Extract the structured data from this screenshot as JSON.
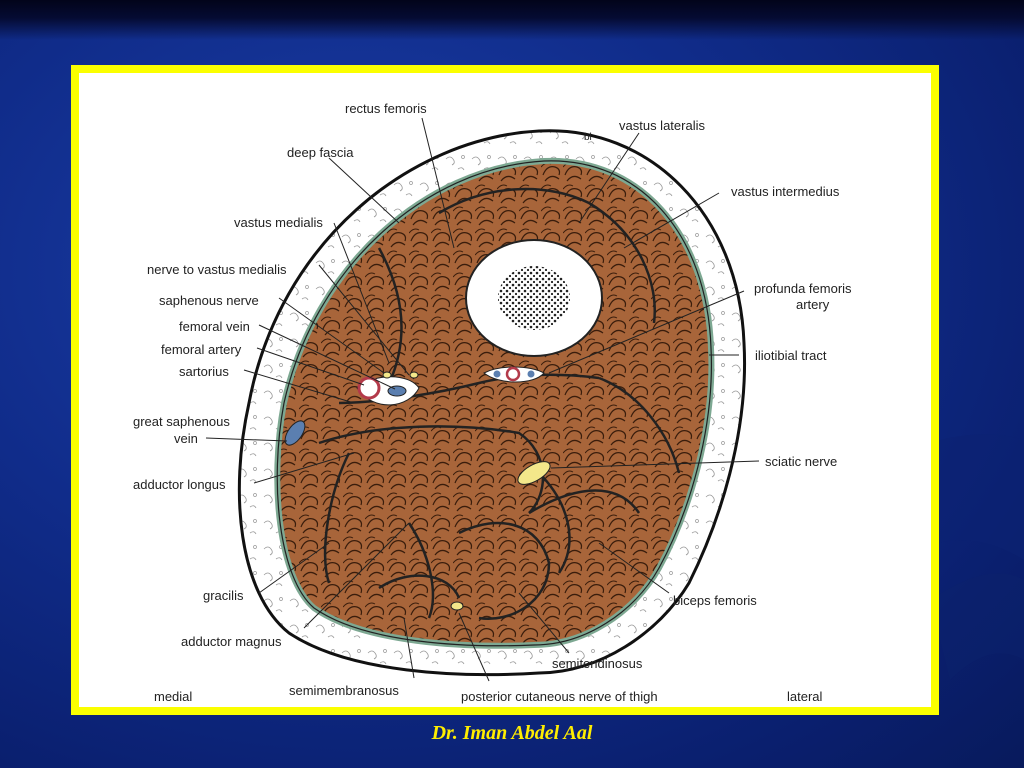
{
  "labels": {
    "rectus_femoris": "rectus femoris",
    "vastus_lateralis": "vastus lateralis",
    "deep_fascia": "deep fascia",
    "vastus_intermedius": "vastus intermedius",
    "vastus_medialis": "vastus medialis",
    "nerve_to_vastus_medialis": "nerve to vastus medialis",
    "profunda_femoris_artery": [
      "profunda femoris",
      "artery"
    ],
    "saphenous_nerve": "saphenous nerve",
    "femoral_vein": "femoral vein",
    "femoral_artery": "femoral artery",
    "iliotibial_tract": "iliotibial tract",
    "sartorius": "sartorius",
    "great_saphenous_vein": [
      "great saphenous",
      "vein"
    ],
    "adductor_longus": "adductor longus",
    "sciatic_nerve": "sciatic nerve",
    "gracilis": "gracilis",
    "biceps_femoris": "biceps femoris",
    "adductor_magnus": "adductor magnus",
    "semitendinosus": "semitendinosus",
    "semimembranosus": "semimembranosus",
    "posterior_cutaneous_nerve": "posterior cutaneous nerve of thigh",
    "medial": "medial",
    "lateral": "lateral",
    "artist_mark": "bl"
  },
  "credit": "Dr. Iman Abdel Aal",
  "colors": {
    "background": "#102c8a",
    "frame": "#fbff00",
    "muscle": "#a8653a",
    "fascia": "#8fb8a4",
    "bone_marrow": "#222222",
    "credit_text": "#ffee00"
  }
}
